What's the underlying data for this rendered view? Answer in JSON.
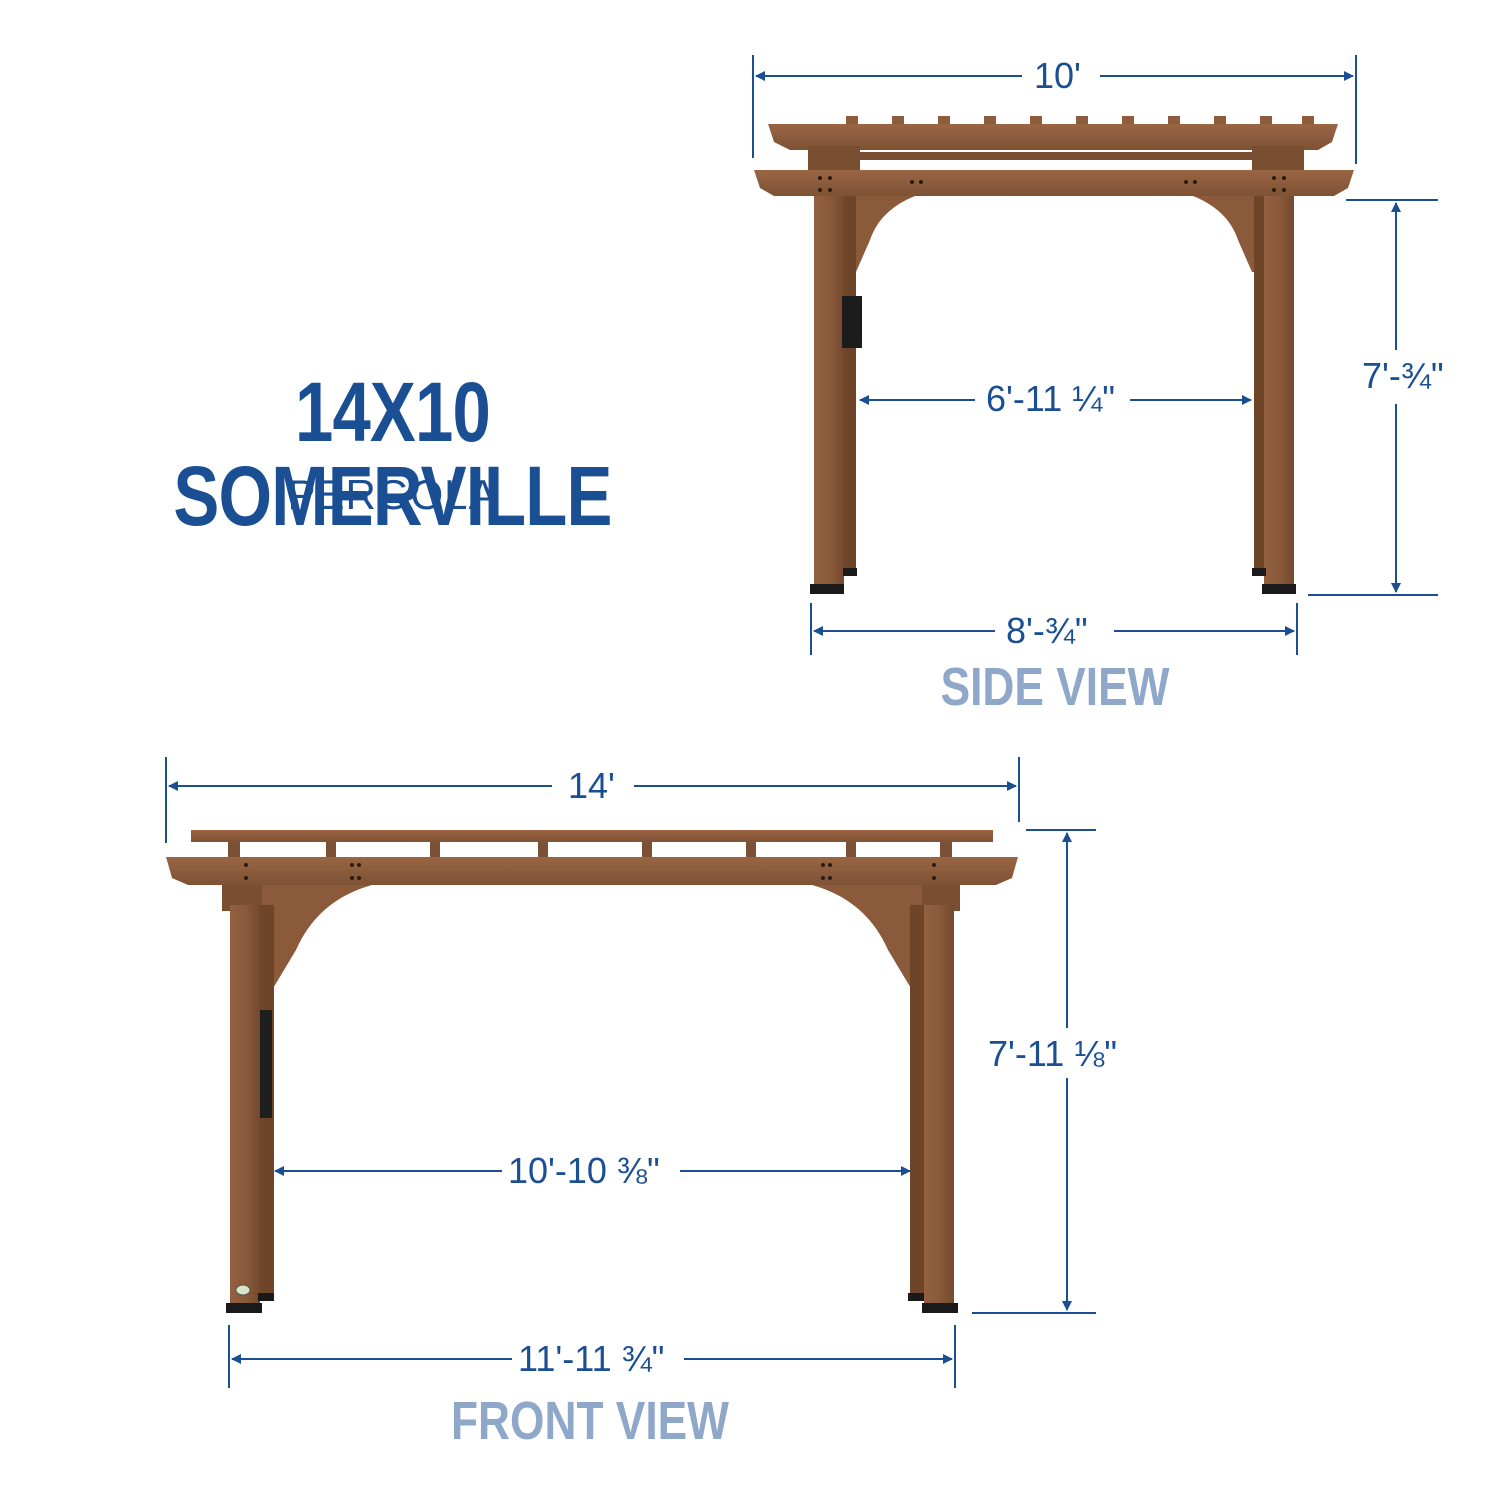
{
  "header": {
    "title": "14X10 SOMERVILLE",
    "subtitle": "PERGOLA"
  },
  "side_view": {
    "label": "SIDE VIEW",
    "dimensions": {
      "overall_width": "10'",
      "overall_height": "7'-¾\"",
      "inner_clearance": "6'-11 ¼\"",
      "post_span": "8'-¾\""
    }
  },
  "front_view": {
    "label": "FRONT VIEW",
    "dimensions": {
      "overall_width": "14'",
      "overall_height": "7'-11 ⅛\"",
      "inner_clearance": "10'-10 ⅜\"",
      "post_span": "11'-11 ¾\""
    }
  },
  "colors": {
    "title_blue": "#1b4f93",
    "label_light_blue": "#8fa7c9",
    "dimension_line": "#1b4f93",
    "wood": "#8a5a3b",
    "wood_dark": "#6b4329",
    "feet": "#1a1a1a"
  }
}
